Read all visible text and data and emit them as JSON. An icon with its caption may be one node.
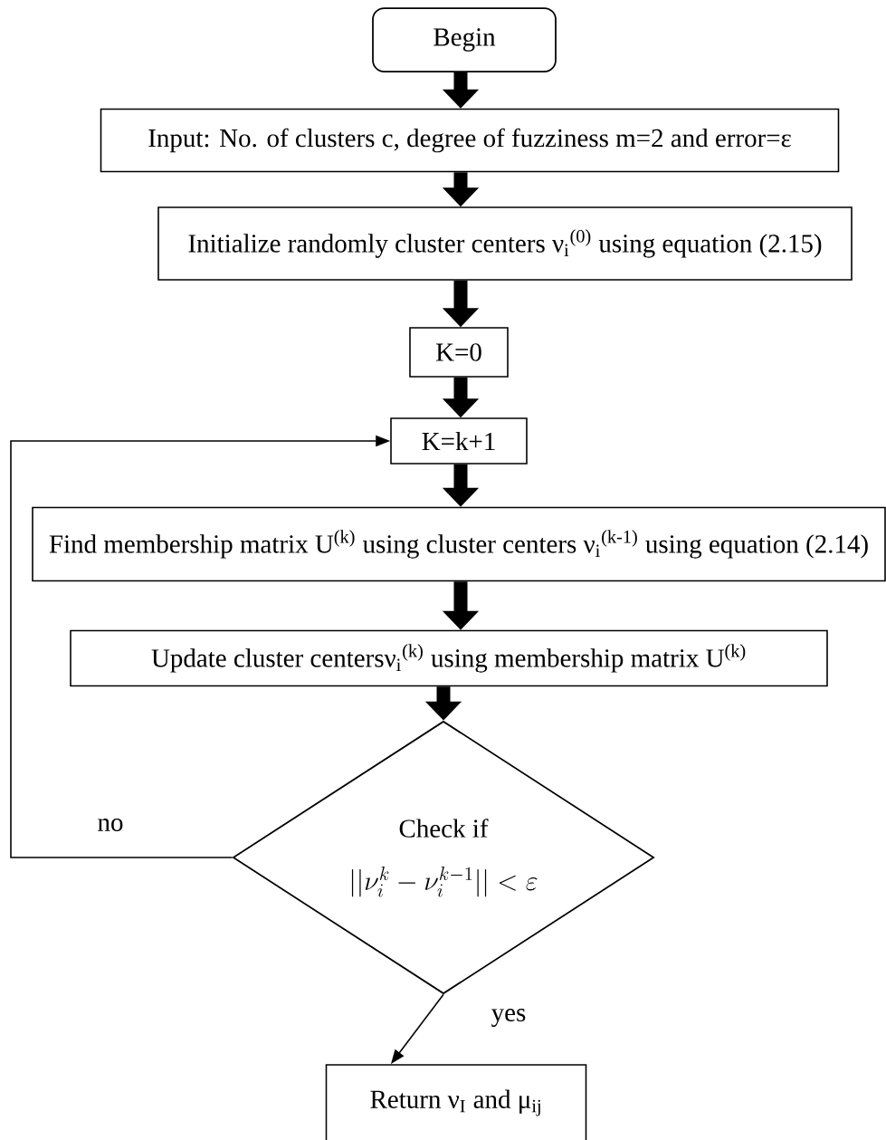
{
  "diagram": {
    "nodes": [
      {
        "text": [
          "Begin"
        ]
      },
      {
        "text": [
          "Input: No. of clusters c, degree of fuzziness m=2 and error=ε"
        ]
      },
      {
        "text": [
          "Initialize randomly cluster centers ν$_{i}$$^{(0)}$ using equation (2.15)"
        ]
      },
      {
        "text": [
          "K=0"
        ]
      },
      {
        "text": [
          "K=k+1"
        ]
      },
      {
        "text": [
          "Find membership matrix U$^{(k)}$ using cluster centers ν$_{i}$$^{(k-1)}$ using equation (2.14)"
        ]
      },
      {
        "text": [
          "Update cluster centersν$_{i}$$^{(k)}$ using membership matrix U$^{(k)}$"
        ]
      },
      {
        "text": [
          "Check if",
          "||\\nu_i^k - \\nu_i^{k-1}|| < \\varepsilon"
        ]
      },
      {
        "text": [
          "Return ν$_{I}$ and μ$_{ij}$"
        ]
      }
    ],
    "edges": [
      {
        "from": 0,
        "to": 1,
        "arrow": "to"
      },
      {
        "from": 1,
        "to": 2,
        "arrow": "to"
      },
      {
        "from": 2,
        "to": 3,
        "arrow": "to"
      },
      {
        "from": 3,
        "to": 4,
        "arrow": "to"
      },
      {
        "from": 4,
        "to": 5,
        "arrow": "to"
      },
      {
        "from": 5,
        "to": 6,
        "arrow": "to"
      },
      {
        "from": 6,
        "to": 7,
        "arrow": "to"
      },
      {
        "from": 7,
        "to": 4,
        "arrow": "to",
        "label": "no"
      },
      {
        "from": 7,
        "to": 8,
        "arrow": "to",
        "label": "yes"
      }
    ]
  }
}
